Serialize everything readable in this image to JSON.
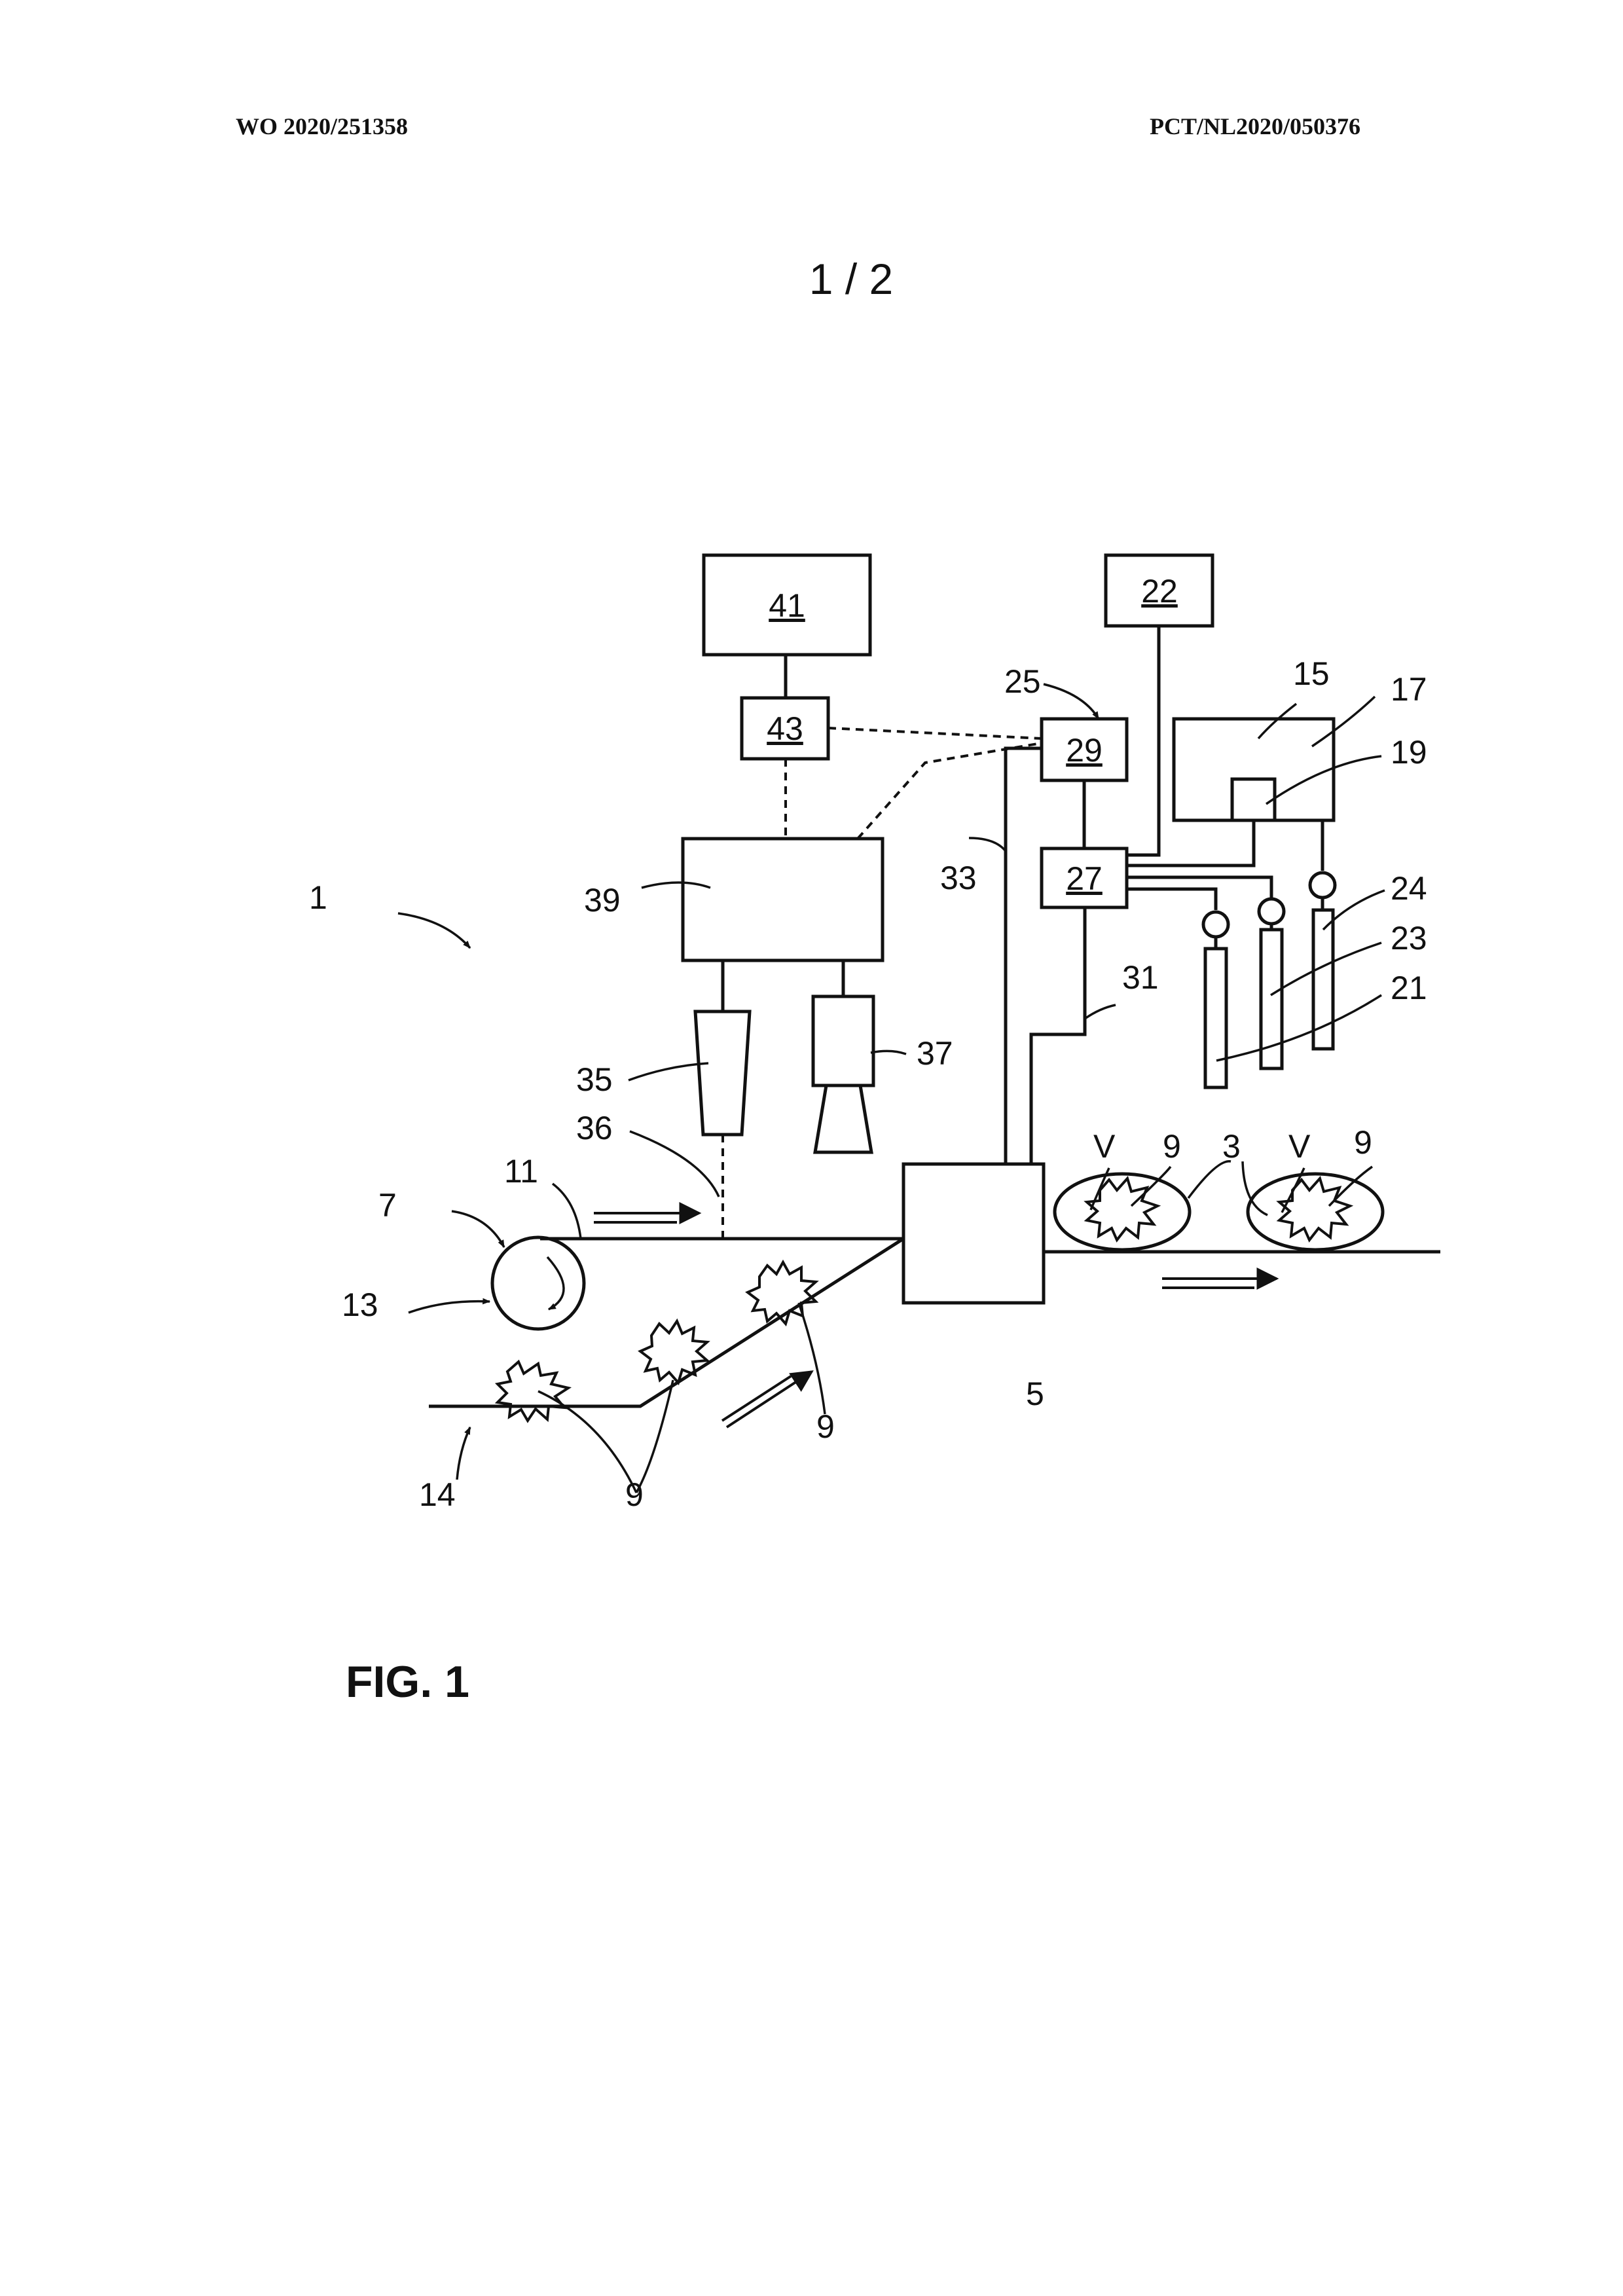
{
  "header": {
    "publication_number": "WO 2020/251358",
    "application_number": "PCT/NL2020/050376"
  },
  "sheet": "1 / 2",
  "figure_label": "FIG. 1",
  "boxes": {
    "b41": "41",
    "b43": "43",
    "b22": "22",
    "b29": "29",
    "b27": "27"
  },
  "labels": {
    "l1": "1",
    "l3": "3",
    "l5": "5",
    "l7": "7",
    "l9a": "9",
    "l9b": "9",
    "l9c": "9",
    "l9d": "9",
    "l11": "11",
    "l13": "13",
    "l14": "14",
    "l15": "15",
    "l17": "17",
    "l19": "19",
    "l21": "21",
    "l23": "23",
    "l24": "24",
    "l25": "25",
    "l31": "31",
    "l33": "33",
    "l35": "35",
    "l36": "36",
    "l37": "37",
    "l39": "39",
    "lVa": "V",
    "lVb": "V"
  }
}
